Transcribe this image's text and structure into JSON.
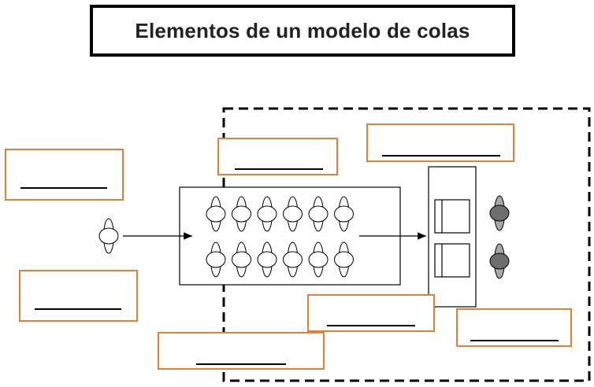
{
  "title": "Elementos de un modelo de colas",
  "colors": {
    "label_box_border": "#e0813a",
    "outline": "#000000",
    "customer_fill": "#ffffff",
    "served_customer_fill": "#a8a8a8",
    "served_customer_center": "#6e6e6e"
  },
  "diagram": {
    "arriving_customers": 1,
    "queue_rows": 2,
    "queue_customers_per_row": 6,
    "servers": 2,
    "customers_in_service": 2,
    "blank_label_boxes": 7
  }
}
